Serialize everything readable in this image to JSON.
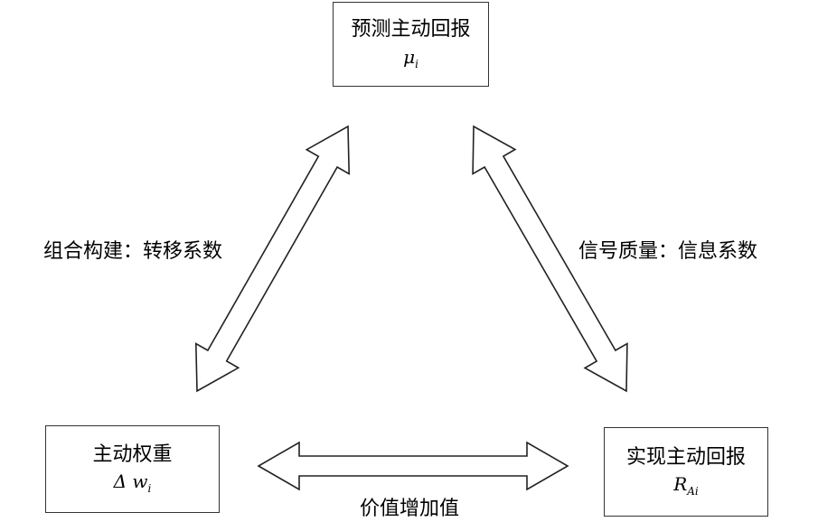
{
  "nodes": {
    "top": {
      "title": "预测主动回报",
      "symbol": "μ",
      "symbol_sub": "i"
    },
    "left": {
      "title": "主动权重",
      "symbol": "Δ w",
      "symbol_sub": "i"
    },
    "right": {
      "title": "实现主动回报",
      "symbol": "R",
      "symbol_sub": "Ai"
    }
  },
  "edges": {
    "left": "组合构建：转移系数",
    "right": "信号质量：信息系数",
    "bottom": "价值增加值"
  }
}
